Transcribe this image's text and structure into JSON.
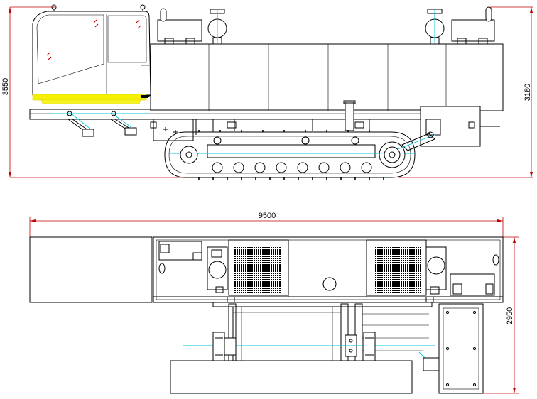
{
  "dimensions": {
    "side_height_left": "3550",
    "side_height_right": "3180",
    "top_length": "9500",
    "top_width": "2950"
  },
  "colors": {
    "lines": "#000000",
    "dimension": "#c00000",
    "centerline": "#00c8e0",
    "cab_accent": "#f5f000"
  },
  "icons": {
    "cab_window_marks": "red-diagonal-marks",
    "lamps": "round-headlamps",
    "hinges": "hinge-brackets"
  }
}
